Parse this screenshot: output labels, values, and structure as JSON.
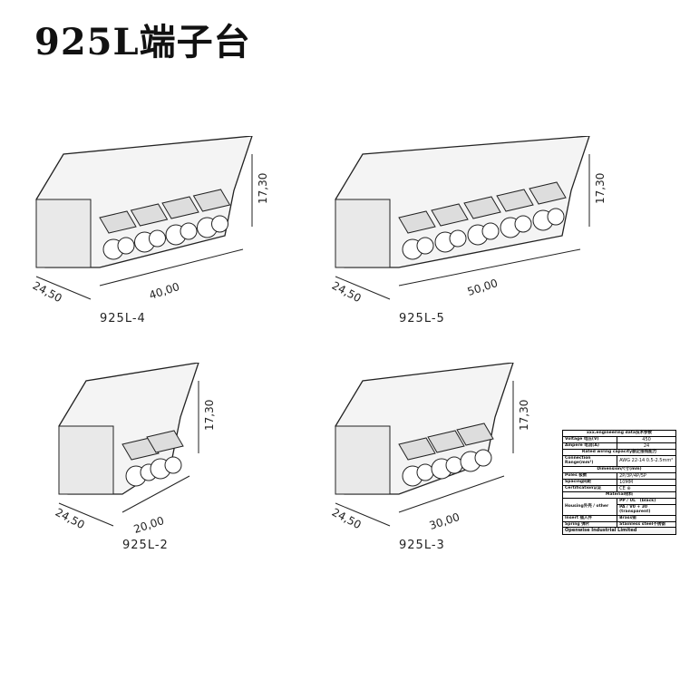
{
  "title": "925L端子台",
  "models": [
    {
      "name": "925L-4",
      "depth": "24,50",
      "length": "40,00",
      "height": "17,30",
      "poles": 4
    },
    {
      "name": "925L-5",
      "depth": "24,50",
      "length": "50,00",
      "height": "17,30",
      "poles": 5
    },
    {
      "name": "925L-2",
      "depth": "24,50",
      "length": "20,00",
      "height": "17,30",
      "poles": 2
    },
    {
      "name": "925L-3",
      "depth": "24,50",
      "length": "30,00",
      "height": "17,30",
      "poles": 3
    }
  ],
  "table": {
    "header": "xxx.engineering data技术参数",
    "voltage_label": "Voltage 电压(V)",
    "voltage": "450",
    "ampere_label": "Ampere 电流(A)",
    "ampere": "24",
    "rated": "Rated wiring capacity额定接线能力",
    "connection_label": "Connection Range(mm²)",
    "connection": "AWG 22-14   0.5-2.5mm²",
    "dimension": "Dimension尺寸(mm)",
    "poles_label": "Poles 极数",
    "poles": "2P/3P/4P/5P",
    "spacing_label": "Spacing间距",
    "spacing": "10MM",
    "cert_label": "Certification认证",
    "cert": "CE ⊕",
    "material": "Material材料",
    "housing_label": "Housing外壳 / other",
    "housing_1": "PP / UL",
    "housing_1b": "(black)",
    "housing_2": "PA / V0 + 30",
    "housing_2b": "(transparent)",
    "insert_label": "Insert 插入件",
    "insert": "Brass铜",
    "spring_label": "Spring 弹片",
    "spring": "Stainless steel不锈钢",
    "footer": "Openwise Industrial Limited"
  }
}
